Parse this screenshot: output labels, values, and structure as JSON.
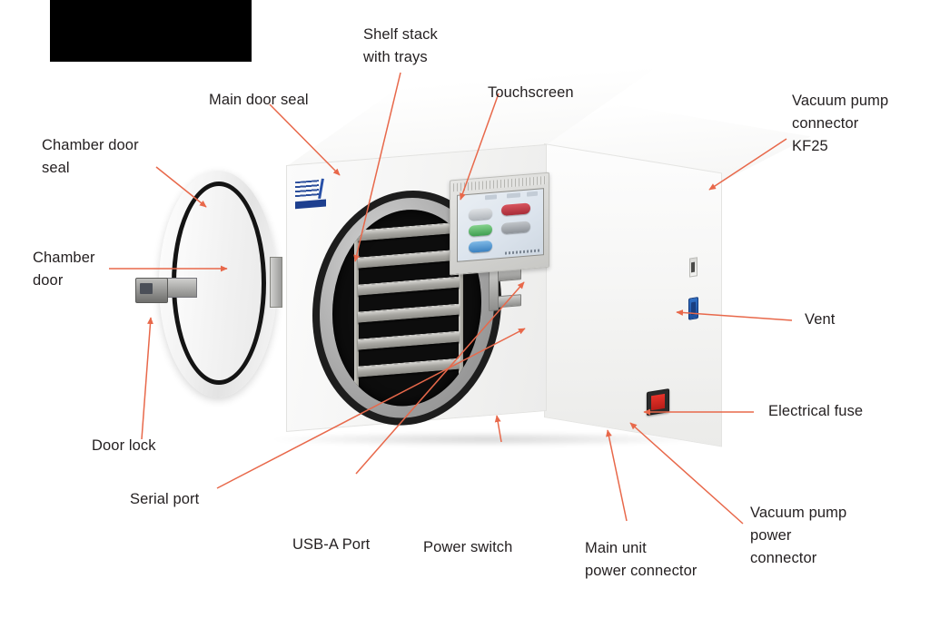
{
  "figure": {
    "title": "Freeze dryer component callout diagram",
    "redaction_present": true,
    "arrow_color": "#E8684A",
    "text_color": "#231f20",
    "background": "#ffffff"
  },
  "callouts": [
    {
      "id": "shelf-stack-with-trays",
      "label": "Shelf stack\nwith trays"
    },
    {
      "id": "main-door-seal",
      "label": "Main door seal"
    },
    {
      "id": "touchscreen",
      "label": "Touchscreen"
    },
    {
      "id": "vacuum-pump-connector-kf25",
      "label": "Vacuum pump\nconnector\nKF25"
    },
    {
      "id": "chamber-door-seal",
      "label": "Chamber door\nseal"
    },
    {
      "id": "chamber-door",
      "label": "Chamber\ndoor"
    },
    {
      "id": "vent",
      "label": "Vent"
    },
    {
      "id": "door-lock",
      "label": "Door lock"
    },
    {
      "id": "serial-port",
      "label": "Serial port"
    },
    {
      "id": "usb-a-port",
      "label": "USB-A Port"
    },
    {
      "id": "power-switch",
      "label": "Power switch"
    },
    {
      "id": "main-unit-power-connector",
      "label": "Main unit\npower connector"
    },
    {
      "id": "vacuum-pump-power-connector",
      "label": "Vacuum pump\npower\nconnector"
    },
    {
      "id": "electrical-fuse",
      "label": "Electrical fuse"
    }
  ],
  "device": {
    "name": "benchtop-freeze-dryer",
    "shelf_tray_count": 6,
    "vent_panel_count": 2,
    "touchscreen": {
      "button_colors": [
        "#b9bcc0",
        "#c9444f",
        "#5fba6e",
        "#4f9bd8",
        "#9aa0a6"
      ],
      "screen_tint": "#dde5ee"
    },
    "power_switch_color": "#d9271f",
    "serial_port_color": "#2059a8",
    "seal_color": "#141414"
  }
}
